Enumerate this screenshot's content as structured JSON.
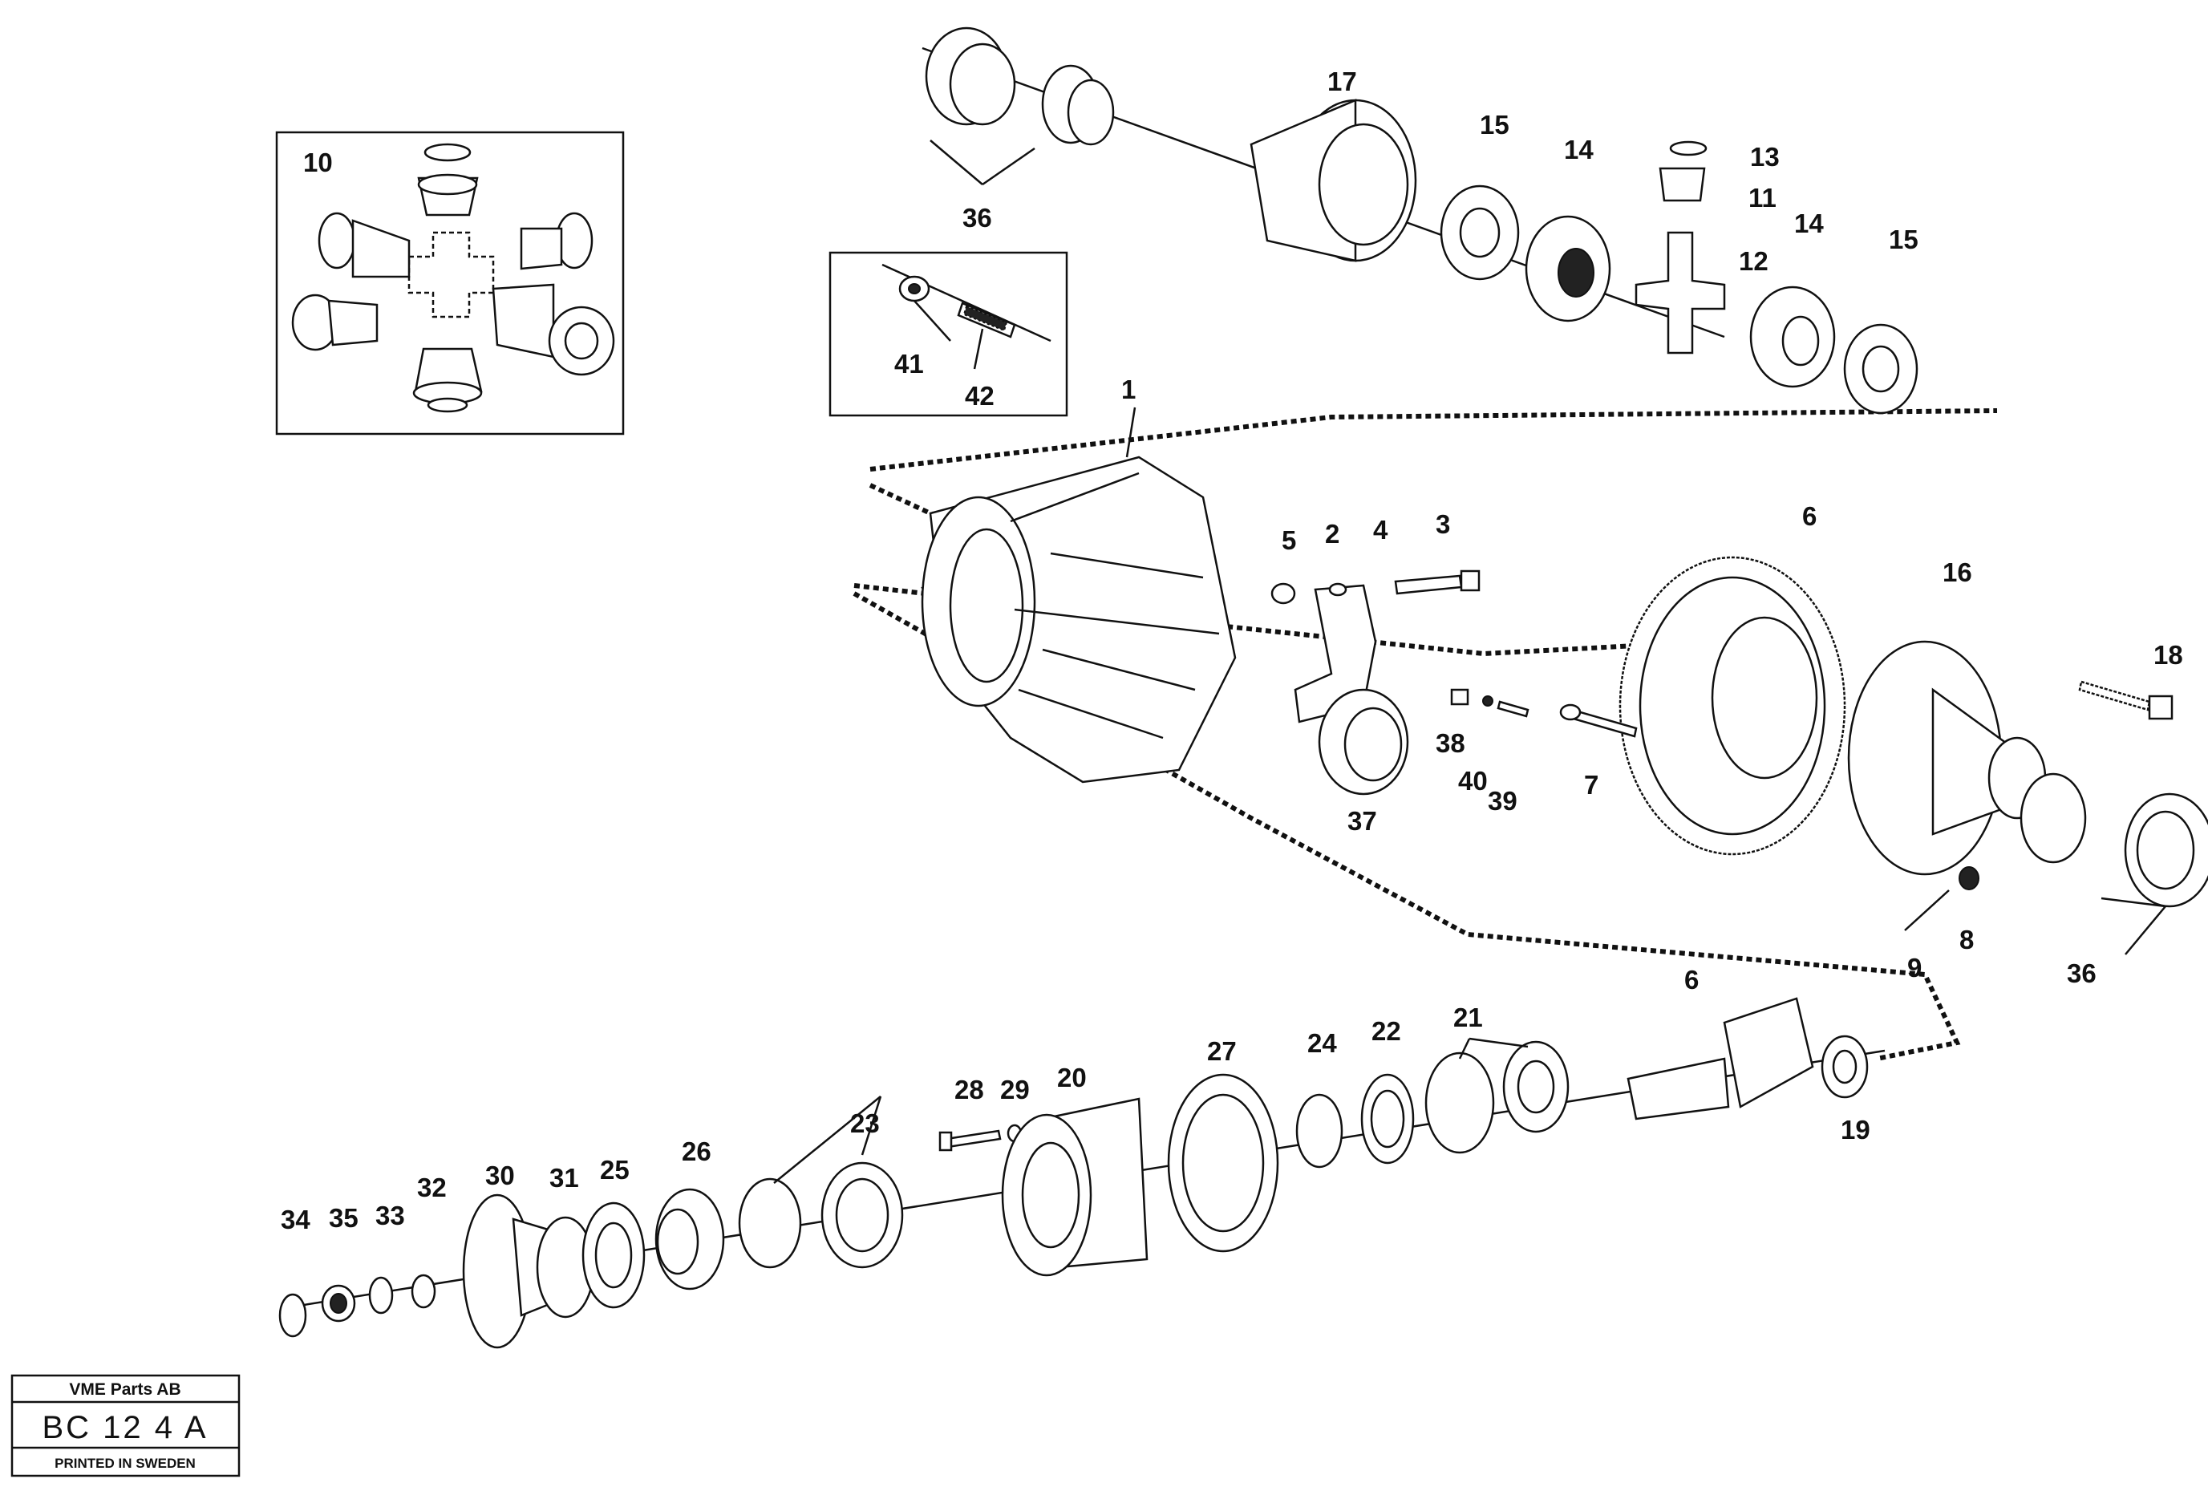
{
  "diagram": {
    "callouts": {
      "c1": "1",
      "c2": "2",
      "c3": "3",
      "c4": "4",
      "c5": "5",
      "c6a": "6",
      "c6b": "6",
      "c7": "7",
      "c8": "8",
      "c9": "9",
      "c10": "10",
      "c11": "11",
      "c12": "12",
      "c13": "13",
      "c14a": "14",
      "c14b": "14",
      "c15a": "15",
      "c15b": "15",
      "c16": "16",
      "c17": "17",
      "c18": "18",
      "c19": "19",
      "c20": "20",
      "c21": "21",
      "c22": "22",
      "c23": "23",
      "c24": "24",
      "c25": "25",
      "c26": "26",
      "c27": "27",
      "c28": "28",
      "c29": "29",
      "c30": "30",
      "c31": "31",
      "c32": "32",
      "c33": "33",
      "c34": "34",
      "c35": "35",
      "c36a": "36",
      "c36b": "36",
      "c37": "37",
      "c38": "38",
      "c39": "39",
      "c40": "40",
      "c41": "41",
      "c42": "42"
    },
    "title_block": {
      "company": "VME Parts AB",
      "code": "BC 12 4 A",
      "footer": "PRINTED IN SWEDEN"
    }
  }
}
